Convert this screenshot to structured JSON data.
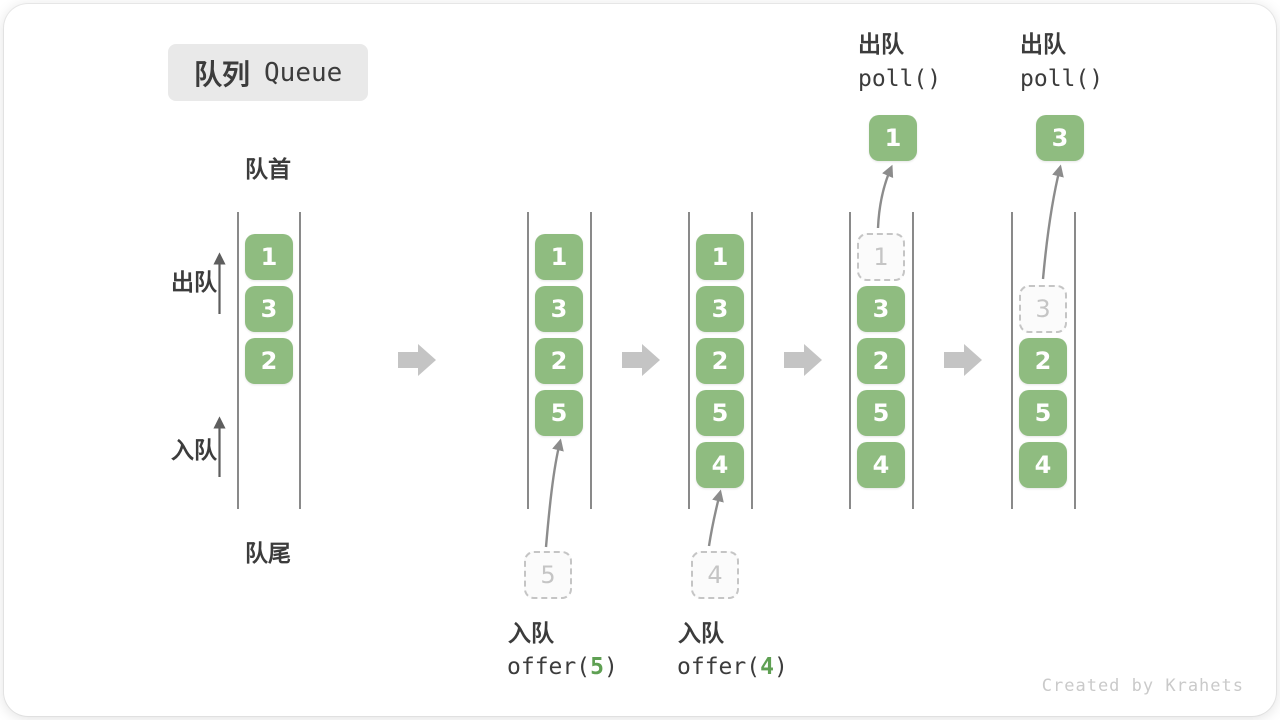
{
  "title": {
    "zh": "队列",
    "en": "Queue"
  },
  "labels": {
    "front": "队首",
    "rear": "队尾",
    "dequeue": "出队",
    "enqueue": "入队"
  },
  "states": [
    {
      "cells": [
        "1",
        "3",
        "2"
      ]
    },
    {
      "cells": [
        "1",
        "3",
        "2",
        "5"
      ],
      "incoming": "5"
    },
    {
      "cells": [
        "1",
        "3",
        "2",
        "5",
        "4"
      ],
      "incoming": "4"
    },
    {
      "cells": [
        "3",
        "2",
        "5",
        "4"
      ],
      "ghost": "1",
      "out": "1"
    },
    {
      "cells": [
        "2",
        "5",
        "4"
      ],
      "ghost": "3",
      "out": "3"
    }
  ],
  "ops": {
    "offer5": {
      "label": "入队",
      "fn": "offer(",
      "arg": "5",
      "close": ")"
    },
    "offer4": {
      "label": "入队",
      "fn": "offer(",
      "arg": "4",
      "close": ")"
    },
    "poll1": {
      "label": "出队",
      "code": "poll()"
    },
    "poll3": {
      "label": "出队",
      "code": "poll()"
    }
  },
  "watermark": "Created by Krahets",
  "colors": {
    "box_green": "#8fbc80",
    "ghost_gray": "#c5c5c5",
    "block_arrow_gray": "#c4c4c4",
    "wall_gray": "#575757",
    "curve_arrow_gray": "#8c8c8c",
    "text_dark": "#3c3c3c",
    "code_arg_green": "#5fa053",
    "watermark_gray": "#cacaca"
  }
}
